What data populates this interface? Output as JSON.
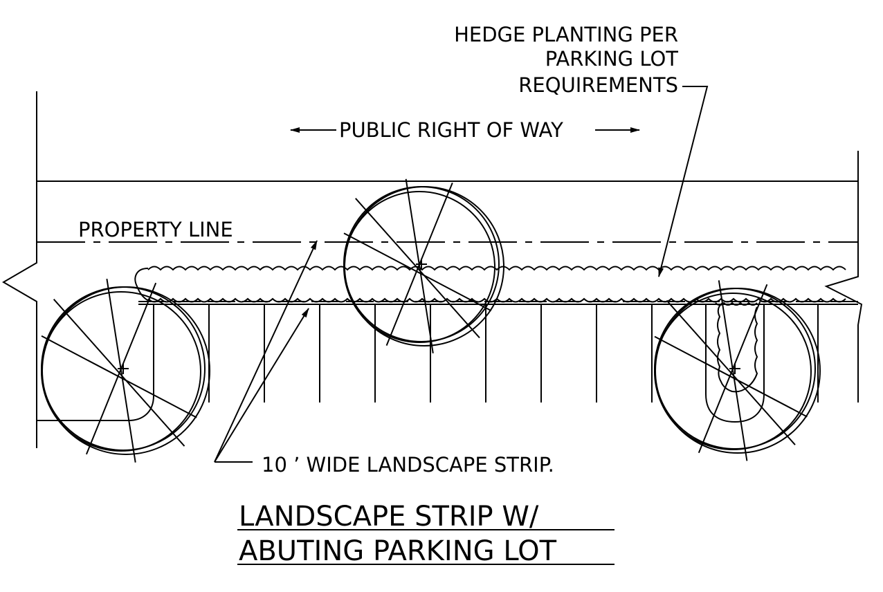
{
  "labels": {
    "hedge_line1": "HEDGE PLANTING PER",
    "hedge_line2": "PARKING LOT",
    "hedge_line3": "REQUIREMENTS",
    "row": "PUBLIC RIGHT OF WAY",
    "property": "PROPERTY LINE",
    "strip": "10 ’ WIDE LANDSCAPE STRIP."
  },
  "title": {
    "line1": "LANDSCAPE STRIP W/",
    "line2": "ABUTING PARKING LOT"
  },
  "colors": {
    "ink": "#000000",
    "paper": "#ffffff"
  }
}
